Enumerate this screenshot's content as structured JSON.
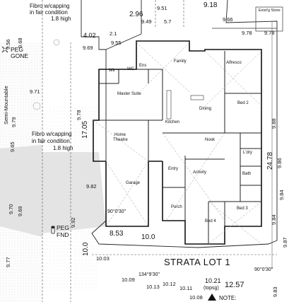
{
  "levels": {
    "top_918": "9.18",
    "top_296": "2.96",
    "top_951": "9.51",
    "top_949": "9.49",
    "top_57": "5.7",
    "top_966": "9.66",
    "top_402": "4.02",
    "top_955": "9.55",
    "top_21": "2.1",
    "top_969": "9.69",
    "right_978a": "9.78",
    "right_978b": "9.78",
    "left_956": "9.56",
    "left_968": "9.68",
    "left_971": "9.71",
    "left_978": "9.78",
    "left_1705": "17.05",
    "left_965": "9.65",
    "left_979": "9.79",
    "left_982": "9.82",
    "left_970": "9.70",
    "left_969": "9.69",
    "left_977": "9.77",
    "left_992": "9.92",
    "left_1000": "10.0",
    "bottom_853": "8.53",
    "bottom_1000": "10.0",
    "right_2478": "24.78",
    "right_988": "9.88",
    "right_986": "9.86",
    "right_9849": "9.84",
    "right_984": "9.84",
    "right_987": "9.87",
    "right_983": "9.83",
    "bottom_1009": "10.09",
    "bottom_1013": "10.13",
    "bottom_1012": "10.12",
    "bottom_1011": "10.11",
    "bottom_1003": "10.03",
    "bottom_1008": "10.08",
    "bottom_1021": "10.21",
    "bottom_1257": "12.57"
  },
  "notes": {
    "fibro_top_line1": "Fibro w/capping",
    "fibro_top_line2": "in fair condition",
    "fibro_top_line3": "1.8 high",
    "fibro_mid_line1": "Fibro w/capping",
    "fibro_mid_line2": "in fair condition",
    "fibro_mid_line3": "1.8 high",
    "existing_store": "Exist'g Store",
    "peg_gone": "PEG",
    "peg_gone2": "GONE",
    "peg_fnd": "PEG",
    "peg_fnd2": "FND",
    "semi_mountable": "Semi-Mountable",
    "strata_lot": "STRATA LOT 1",
    "topsg": "(topsg)",
    "note": "NOTE:",
    "bearing_90": "90°0'30\"",
    "bearing_134": "134°9'30\"",
    "bearing_90b": "90°0'30\""
  },
  "rooms": {
    "family": "Family",
    "alfresco": "Alfresco",
    "master_suite": "Master Suite",
    "dining": "Dining",
    "kitchen": "Kitchen",
    "bed2": "Bed 2",
    "home_theatre_1": "Home",
    "home_theatre_2": "Theatre",
    "nook": "Nook",
    "ldry": "L'dry",
    "entry": "Entry",
    "activity": "Activity",
    "garage": "Garage",
    "bath": "Bath",
    "porch": "Porch",
    "bed3": "Bed 3",
    "bed4": "Bed 4",
    "wir": "Wir",
    "ens": "Ens",
    "wc": "WC"
  }
}
